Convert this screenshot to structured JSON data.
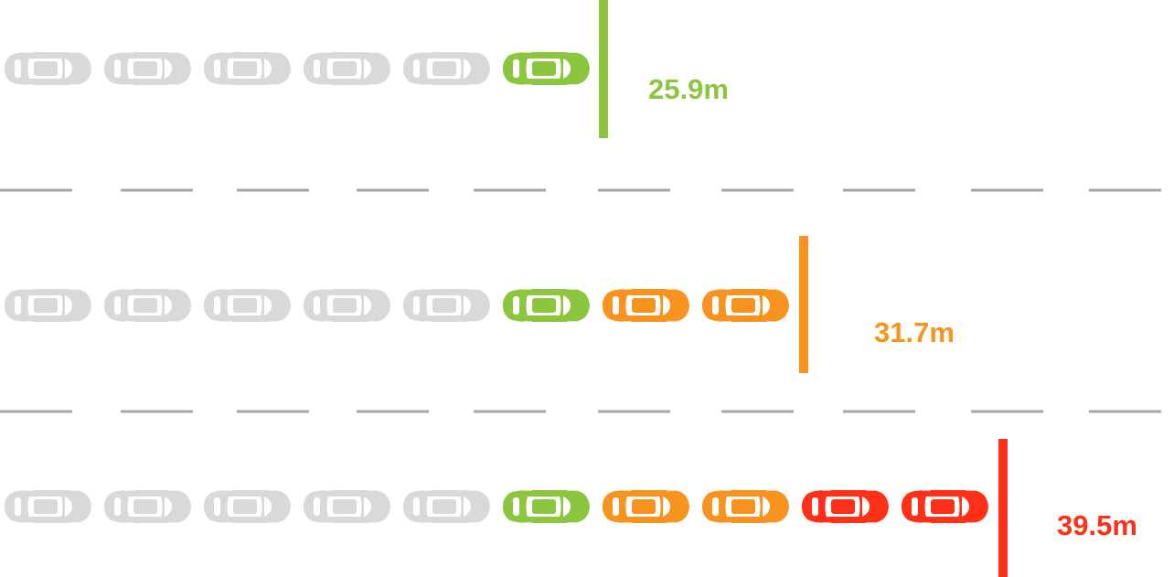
{
  "colors": {
    "background": "#ffffff",
    "queued_car": "#d9d9d9",
    "green": "#8cc63f",
    "orange": "#f7931e",
    "red": "#ff3017",
    "lane_divider": "#a6a6a6"
  },
  "lanes": [
    {
      "distance_label": "25.9m",
      "color": "green",
      "cars": [
        "queued-car-icon",
        "queued-car-icon",
        "queued-car-icon",
        "queued-car-icon",
        "queued-car-icon",
        "green-car-icon"
      ]
    },
    {
      "distance_label": "31.7m",
      "color": "orange",
      "cars": [
        "queued-car-icon",
        "queued-car-icon",
        "queued-car-icon",
        "queued-car-icon",
        "queued-car-icon",
        "green-car-icon",
        "orange-car-icon",
        "orange-car-icon"
      ]
    },
    {
      "distance_label": "39.5m",
      "color": "red",
      "cars": [
        "queued-car-icon",
        "queued-car-icon",
        "queued-car-icon",
        "queued-car-icon",
        "queued-car-icon",
        "green-car-icon",
        "orange-car-icon",
        "orange-car-icon",
        "red-car-icon",
        "red-car-icon"
      ]
    }
  ]
}
